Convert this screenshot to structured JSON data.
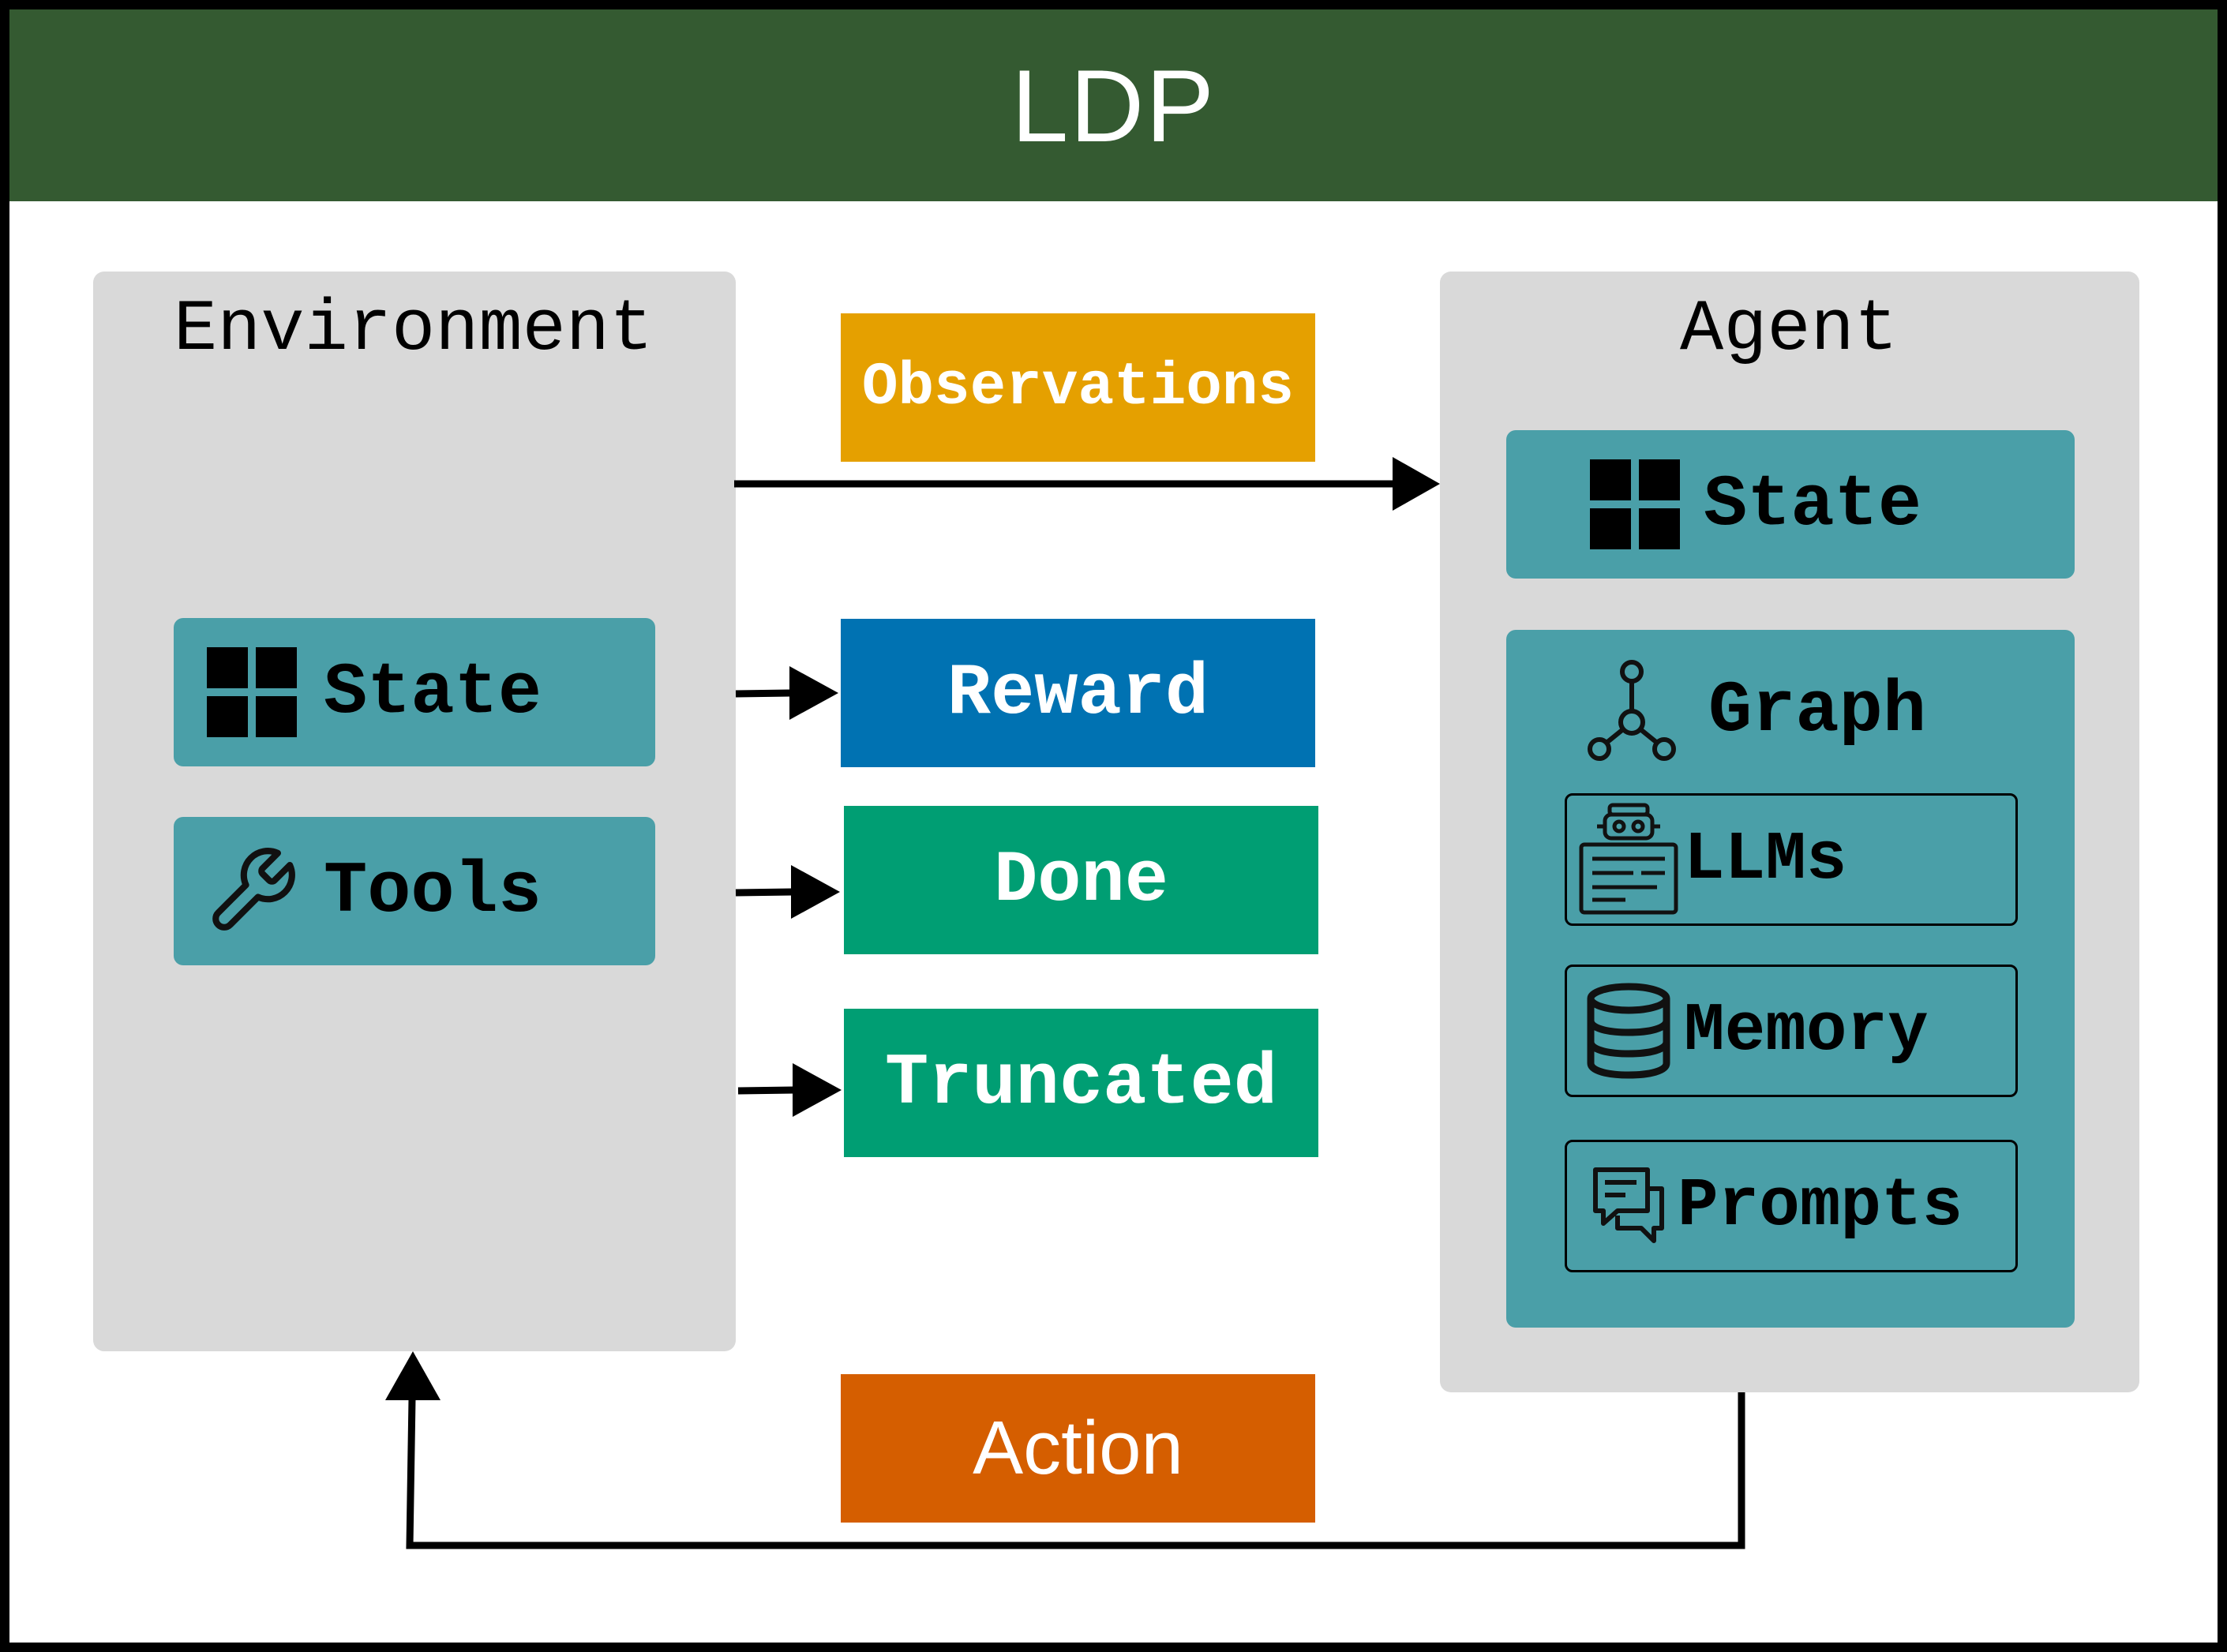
{
  "title": "LDP",
  "colors": {
    "header": "#345a31",
    "panel": "#d9d9d9",
    "tile": "#4a9fa8",
    "observations": "#e5a000",
    "reward": "#0072b2",
    "done": "#009e73",
    "truncated": "#009e73",
    "action": "#d55e00"
  },
  "environment": {
    "title": "Environment",
    "items": [
      {
        "label": "State",
        "icon": "grid-icon"
      },
      {
        "label": "Tools",
        "icon": "wrench-icon"
      }
    ]
  },
  "agent": {
    "title": "Agent",
    "state": {
      "label": "State",
      "icon": "grid-icon"
    },
    "graph": {
      "label": "Graph",
      "icon": "graph-node-icon",
      "items": [
        {
          "label": "LLMs",
          "icon": "robot-icon"
        },
        {
          "label": "Memory",
          "icon": "database-icon"
        },
        {
          "label": "Prompts",
          "icon": "chat-icon"
        }
      ]
    }
  },
  "signals": {
    "observations": "Observations",
    "reward": "Reward",
    "done": "Done",
    "truncated": "Truncated",
    "action": "Action"
  }
}
